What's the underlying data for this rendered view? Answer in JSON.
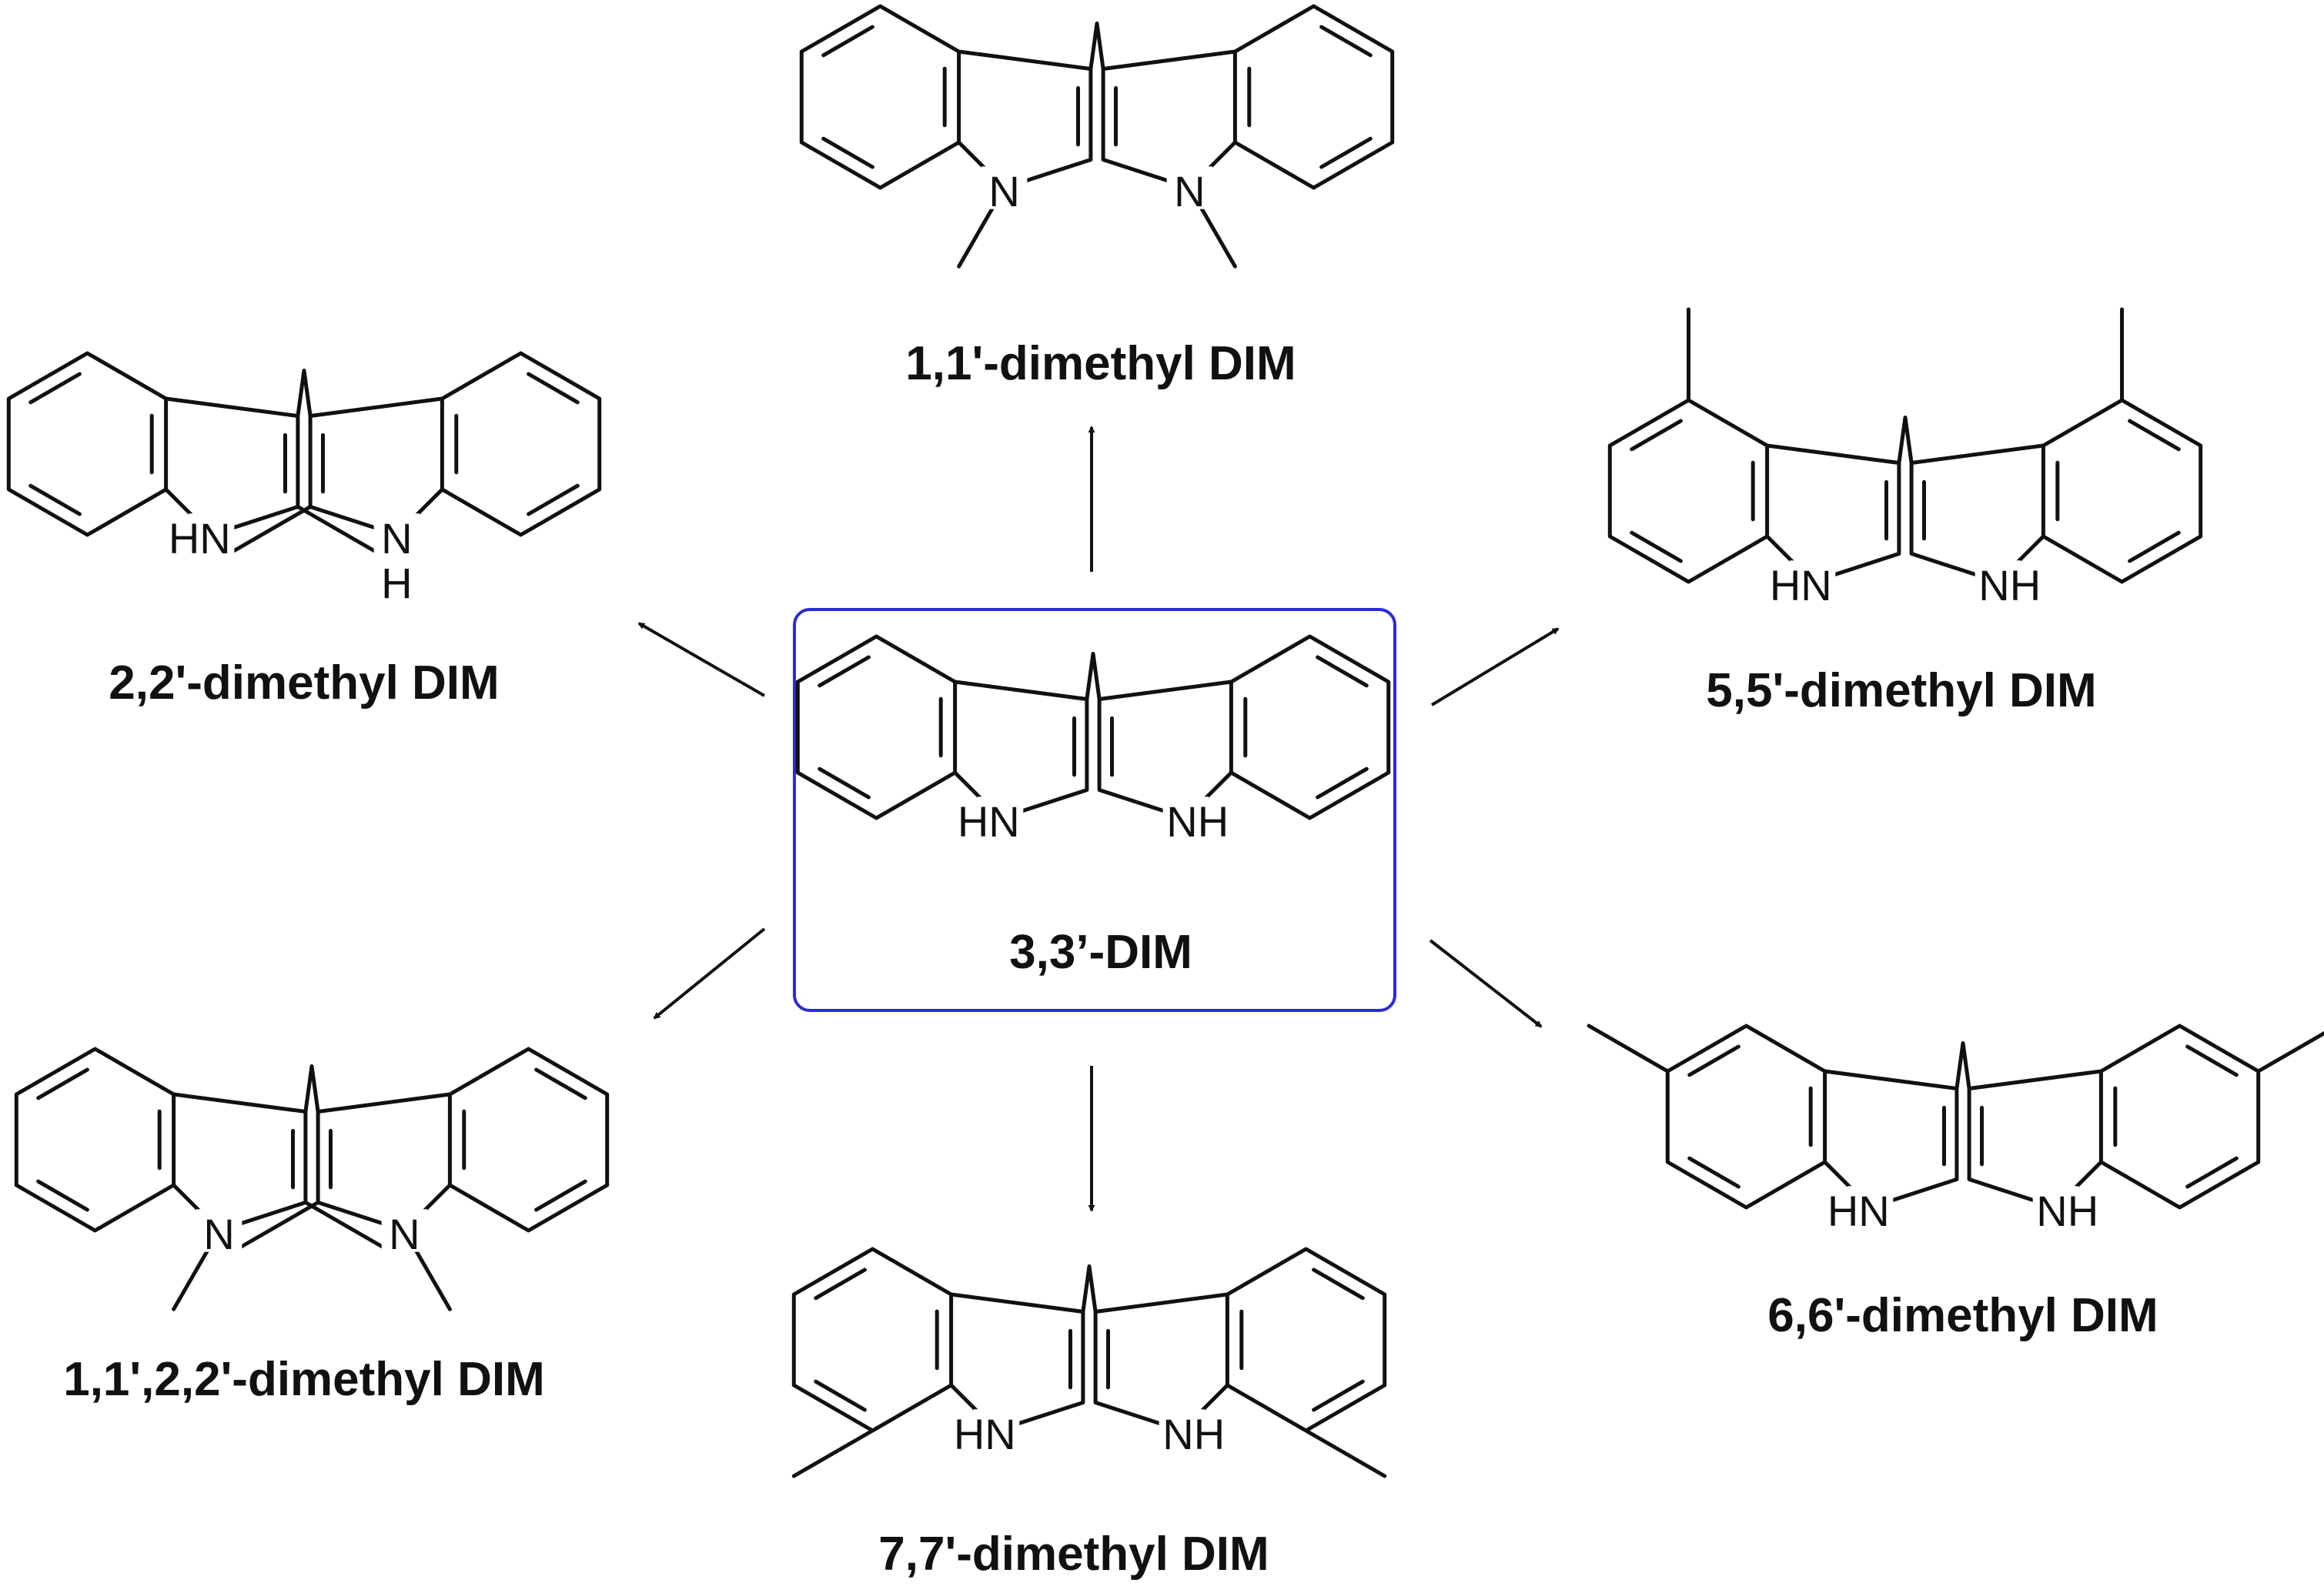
{
  "colors": {
    "ink": "#111111",
    "box": "#2b2bd9"
  },
  "center": {
    "label": "3,3’-DIM"
  },
  "derivatives": {
    "d11": {
      "label": "1,1'-dimethyl DIM"
    },
    "d22": {
      "label": "2,2'-dimethyl DIM"
    },
    "d55": {
      "label": "5,5'-dimethyl DIM"
    },
    "d1122": {
      "label": "1,1',2,2'-dimethyl DIM"
    },
    "d77": {
      "label": "7,7'-dimethyl DIM"
    },
    "d66": {
      "label": "6,6'-dimethyl DIM"
    }
  },
  "atom_text": {
    "hn": "HN",
    "nh": "NH",
    "n": "N",
    "h": "H"
  }
}
